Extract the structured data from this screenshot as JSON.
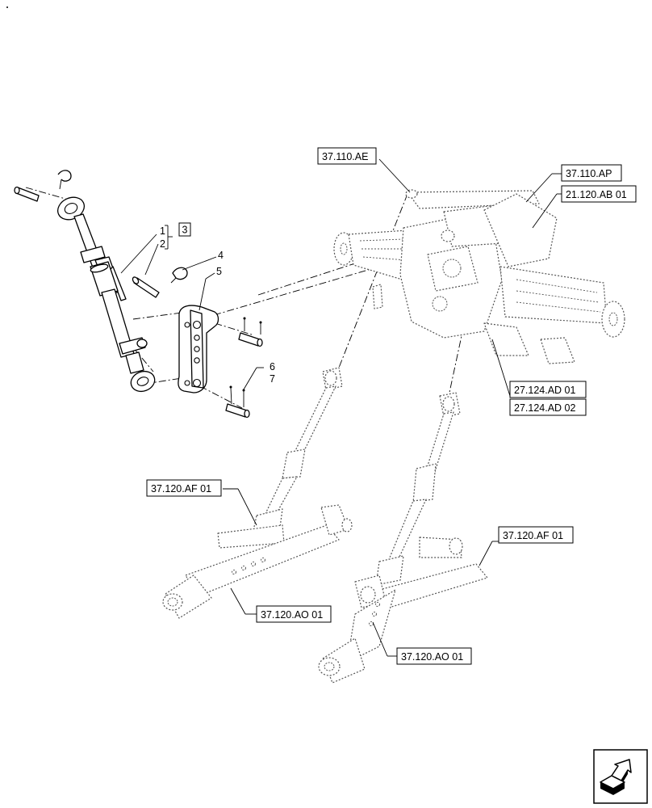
{
  "item_numbers": {
    "n1": "1",
    "n2": "2",
    "n3": "3",
    "n4": "4",
    "n5": "5",
    "n6": "6",
    "n7": "7"
  },
  "references": {
    "r_37_110_ae": "37.110.AE",
    "r_37_110_ap": "37.110.AP",
    "r_21_120_ab_01": "21.120.AB 01",
    "r_27_124_ad_01": "27.124.AD 01",
    "r_27_124_ad_02": "27.124.AD 02",
    "r_37_120_af_01_left": "37.120.AF 01",
    "r_37_120_af_01_right": "37.120.AF 01",
    "r_37_120_ao_01_left": "37.120.AO 01",
    "r_37_120_ao_01_right": "37.120.AO 01"
  },
  "nav_icon": "next-page-arrow-icon"
}
